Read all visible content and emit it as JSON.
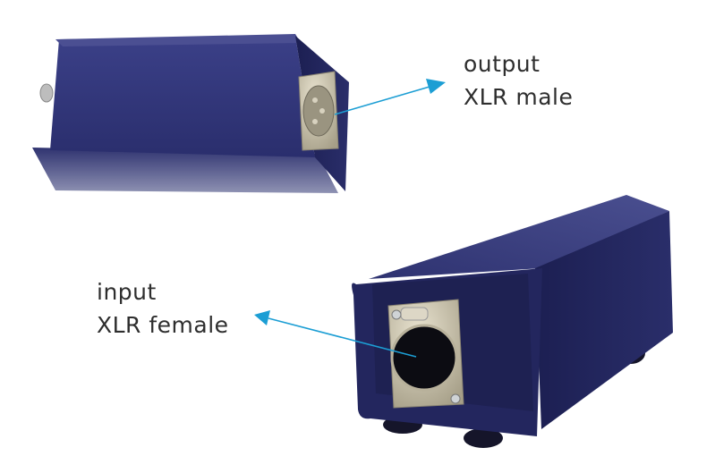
{
  "annotations": {
    "output": {
      "line1": "output",
      "line2": "XLR male"
    },
    "input": {
      "line1": "input",
      "line2": "XLR female"
    }
  },
  "colors": {
    "arrow": "#1c9ed4",
    "enclosure": "#262a66",
    "enclosure_light": "#3a3f80",
    "connector_metal": "#c9c2ad",
    "text": "#2e2e2e"
  }
}
